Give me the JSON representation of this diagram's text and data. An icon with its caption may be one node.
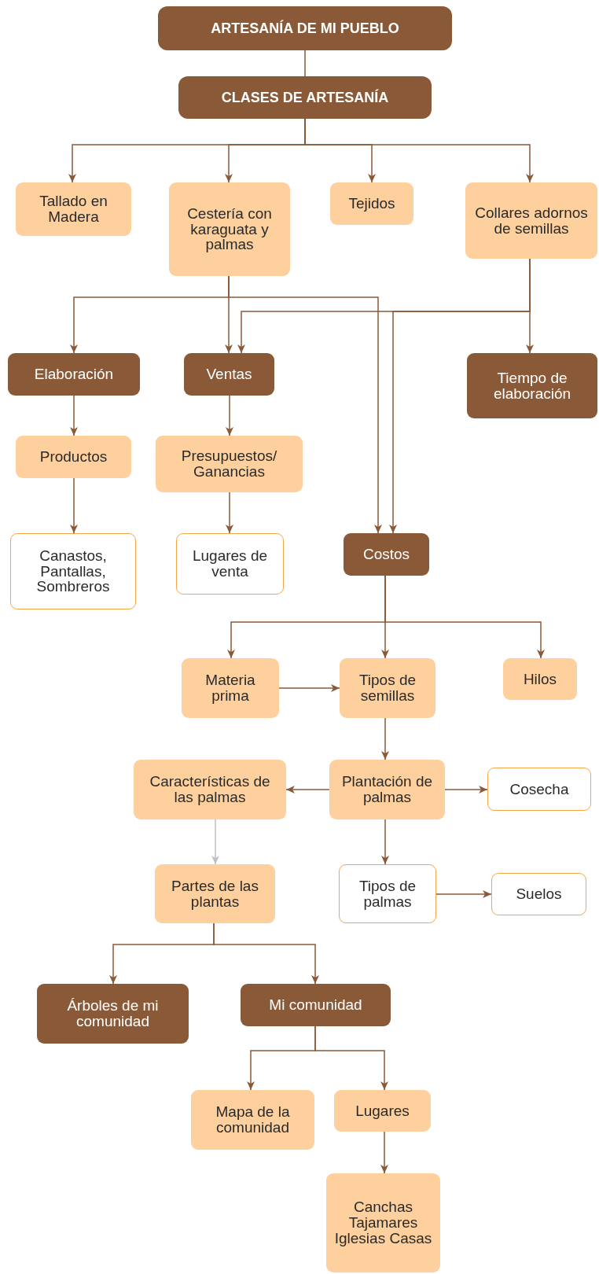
{
  "diagram": {
    "nodes": [
      {
        "text": [
          "ARTESANÍA DE MI PUEBLO"
        ]
      },
      {
        "text": [
          "CLASES DE ARTESANÍA"
        ]
      },
      {
        "text": [
          "Tallado en Madera"
        ]
      },
      {
        "text": [
          "Cestería con karaguata y palmas"
        ]
      },
      {
        "text": [
          "Tejidos"
        ]
      },
      {
        "text": [
          "Collares adornos de semillas"
        ]
      },
      {
        "text": [
          "Elaboración"
        ]
      },
      {
        "text": [
          "Ventas"
        ]
      },
      {
        "text": [
          "Tiempo de elaboración"
        ]
      },
      {
        "text": [
          "Productos"
        ]
      },
      {
        "text": [
          "Presupuestos/ Ganancias"
        ]
      },
      {
        "text": [
          "Canastos, Pantallas, Sombreros"
        ]
      },
      {
        "text": [
          "Lugares de venta"
        ]
      },
      {
        "text": [
          "Costos"
        ]
      },
      {
        "text": [
          "Materia prima"
        ]
      },
      {
        "text": [
          "Tipos de semillas"
        ]
      },
      {
        "text": [
          "Hilos"
        ]
      },
      {
        "text": [
          "Características de las palmas"
        ]
      },
      {
        "text": [
          "Plantación de palmas"
        ]
      },
      {
        "text": [
          "Cosecha"
        ]
      },
      {
        "text": [
          "Partes de las plantas"
        ]
      },
      {
        "text": [
          "Tipos de palmas"
        ]
      },
      {
        "text": [
          "Suelos"
        ]
      },
      {
        "text": [
          "Árboles de mi comunidad"
        ]
      },
      {
        "text": [
          "Mi comunidad"
        ]
      },
      {
        "text": [
          "Mapa de la comunidad"
        ]
      },
      {
        "text": [
          "Lugares"
        ]
      },
      {
        "text": [
          "Canchas Tajamares Iglesias Casas"
        ]
      }
    ],
    "edges": [
      {
        "from": 0,
        "to": 1,
        "arrow": "none"
      },
      {
        "from": 1,
        "to": 2,
        "arrow": "to"
      },
      {
        "from": 1,
        "to": 3,
        "arrow": "to"
      },
      {
        "from": 1,
        "to": 4,
        "arrow": "to"
      },
      {
        "from": 1,
        "to": 5,
        "arrow": "to"
      },
      {
        "from": 3,
        "to": 6,
        "arrow": "to"
      },
      {
        "from": 3,
        "to": 7,
        "arrow": "to"
      },
      {
        "from": 3,
        "to": 13,
        "arrow": "to"
      },
      {
        "from": 5,
        "to": 7,
        "arrow": "to"
      },
      {
        "from": 5,
        "to": 13,
        "arrow": "to"
      },
      {
        "from": 5,
        "to": 8,
        "arrow": "to"
      },
      {
        "from": 6,
        "to": 9,
        "arrow": "to"
      },
      {
        "from": 7,
        "to": 10,
        "arrow": "to"
      },
      {
        "from": 9,
        "to": 11,
        "arrow": "to"
      },
      {
        "from": 10,
        "to": 12,
        "arrow": "to"
      },
      {
        "from": 13,
        "to": 14,
        "arrow": "to"
      },
      {
        "from": 13,
        "to": 15,
        "arrow": "to"
      },
      {
        "from": 13,
        "to": 16,
        "arrow": "to"
      },
      {
        "from": 14,
        "to": 15,
        "arrow": "to"
      },
      {
        "from": 15,
        "to": 18,
        "arrow": "to"
      },
      {
        "from": 18,
        "to": 17,
        "arrow": "to"
      },
      {
        "from": 18,
        "to": 19,
        "arrow": "to"
      },
      {
        "from": 17,
        "to": 20,
        "arrow": "to",
        "color": "#bfc0c3"
      },
      {
        "from": 18,
        "to": 21,
        "arrow": "to"
      },
      {
        "from": 21,
        "to": 22,
        "arrow": "to"
      },
      {
        "from": 20,
        "to": 23,
        "arrow": "to"
      },
      {
        "from": 20,
        "to": 24,
        "arrow": "to"
      },
      {
        "from": 24,
        "to": 25,
        "arrow": "to"
      },
      {
        "from": 24,
        "to": 26,
        "arrow": "to"
      },
      {
        "from": 26,
        "to": 27,
        "arrow": "to"
      }
    ]
  }
}
